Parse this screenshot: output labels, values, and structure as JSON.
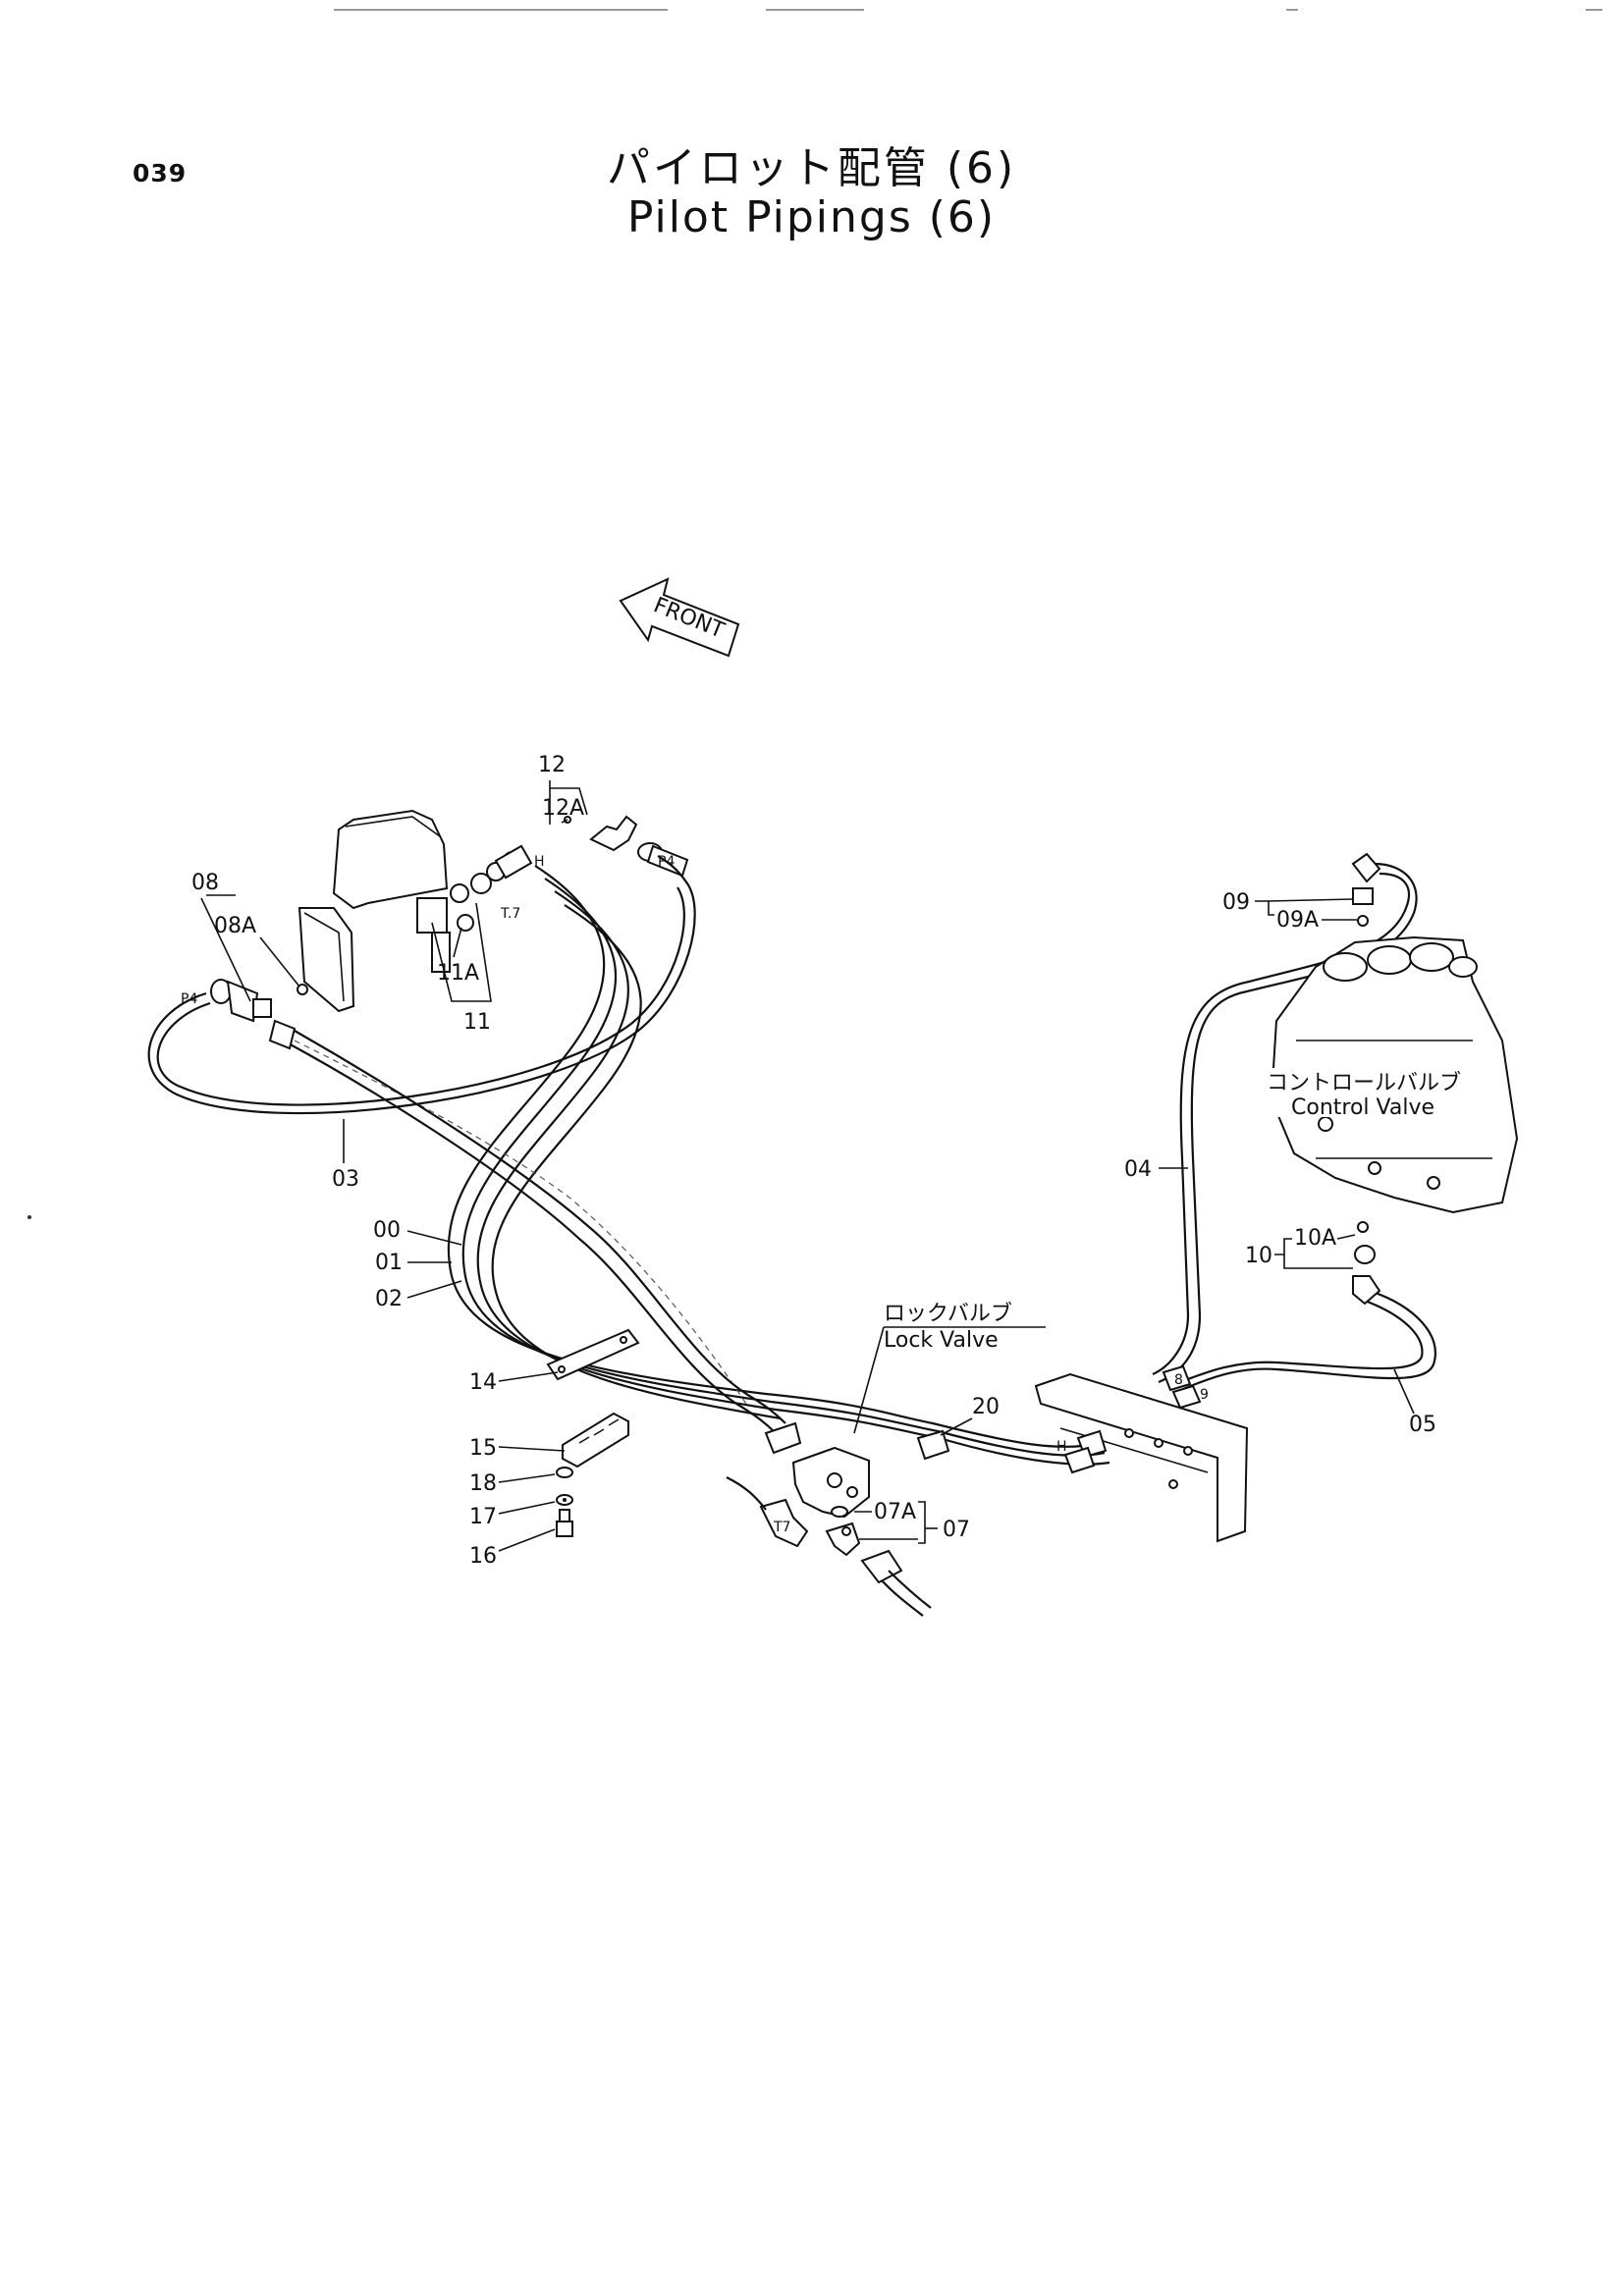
{
  "page": {
    "page_number": "039",
    "title_ja": "パイロット配管 (6)",
    "title_en": "Pilot Pipings (6)"
  },
  "diagram": {
    "direction_label": "FRONT",
    "components": {
      "control_valve_ja": "コントロールバルブ",
      "control_valve_en": "Control Valve",
      "lock_valve_ja": "ロックバルブ",
      "lock_valve_en": "Lock Valve"
    },
    "port_labels": {
      "p4_left": "P4",
      "p4_top": "P4",
      "t7_top": "T.7",
      "t7_bottom": "T7",
      "h_top": "H",
      "h_bottom": "H",
      "p8": "8",
      "p9": "9"
    },
    "callouts": {
      "c00": "00",
      "c01": "01",
      "c02": "02",
      "c03": "03",
      "c04": "04",
      "c05": "05",
      "c07": "07",
      "c07a": "07A",
      "c08": "08",
      "c08a": "08A",
      "c09": "09",
      "c09a": "09A",
      "c10": "10",
      "c10a": "10A",
      "c11": "11",
      "c11a": "11A",
      "c12": "12",
      "c12a": "12A",
      "c14": "14",
      "c15": "15",
      "c16": "16",
      "c17": "17",
      "c18": "18",
      "c20": "20"
    }
  }
}
